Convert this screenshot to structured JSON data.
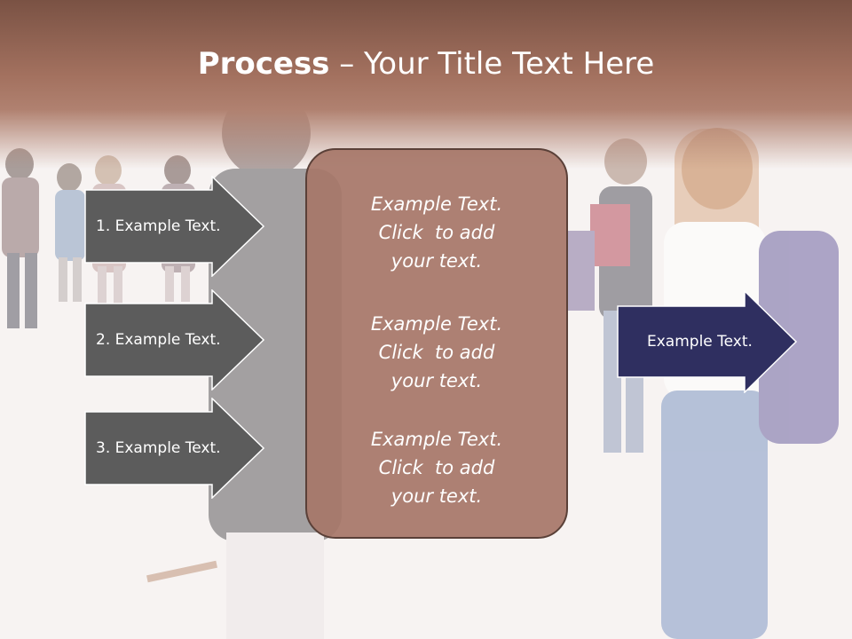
{
  "title": {
    "bold": "Process",
    "rest": " – Your Title Text Here"
  },
  "left_arrows": [
    {
      "label": "1. Example Text."
    },
    {
      "label": "2. Example Text."
    },
    {
      "label": "3. Example Text."
    }
  ],
  "center_box": {
    "blocks": [
      {
        "line1": "Example Text.",
        "line2": "Click  to add",
        "line3": "your text."
      },
      {
        "line1": "Example Text.",
        "line2": "Click  to add",
        "line3": "your text."
      },
      {
        "line1": "Example Text.",
        "line2": "Click  to add",
        "line3": "your text."
      }
    ]
  },
  "right_arrow": {
    "label": "Example Text."
  },
  "colors": {
    "title_band": "#a3715f",
    "left_arrow_fill": "#5a5a5a",
    "center_box_fill": "#a67668",
    "right_arrow_fill": "#2e2e5e"
  }
}
